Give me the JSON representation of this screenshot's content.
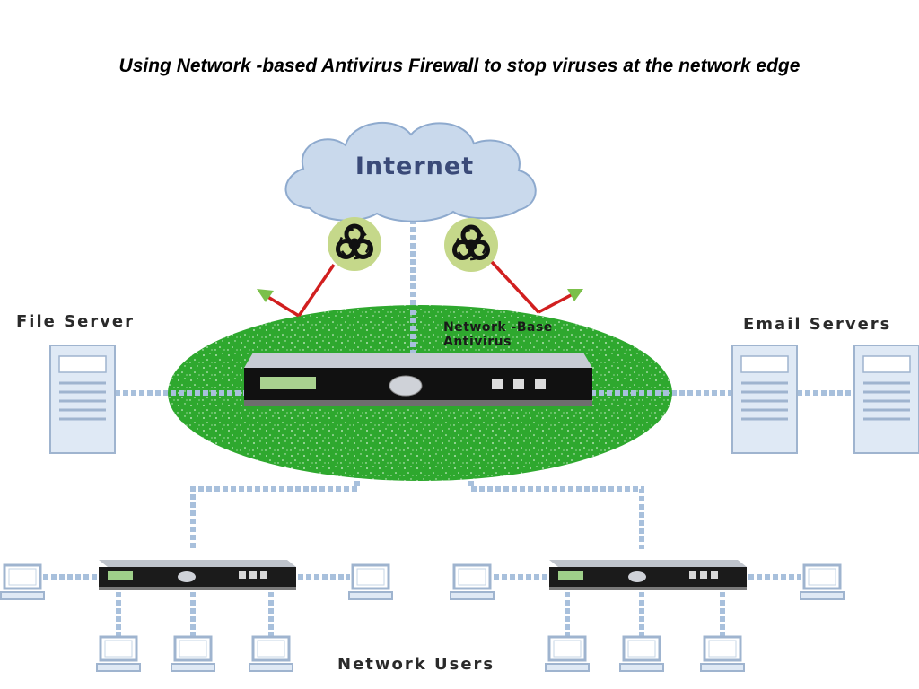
{
  "title": "Using Network -based Antivirus Firewall to stop viruses at the network edge",
  "nodes": {
    "internet": "Internet",
    "file_server": "File Server",
    "email_servers": "Email Servers",
    "firewall": "Network -Base Antivirus",
    "network_users": "Network Users"
  },
  "icons": [
    "cloud-icon",
    "biohazard-icon",
    "server-icon",
    "firewall-appliance-icon",
    "workstation-icon"
  ],
  "colors": {
    "zone": "#2ea82e",
    "cloud": "#c9d9ec",
    "connection": "#a8c0dc",
    "threat_arrow": "#d11f1f",
    "blocked_arrow": "#7bc04a",
    "biohazard_halo": "#c5d88a"
  }
}
